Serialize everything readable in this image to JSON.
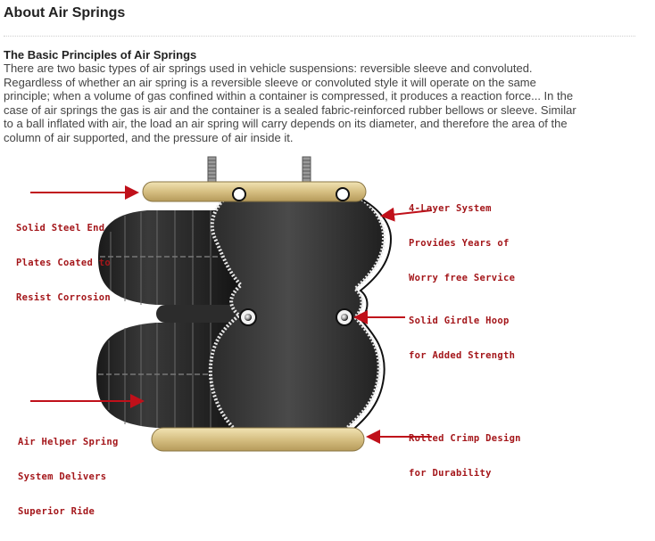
{
  "page": {
    "title": "About Air Springs"
  },
  "section": {
    "heading": "The Basic Principles of Air Springs",
    "lines": [
      "There are two basic types of air springs used in vehicle suspensions: reversible sleeve and convoluted.",
      "Regardless of whether an air spring is a reversible sleeve or convoluted style it will operate on the same",
      "principle; when a volume of gas confined within a container is compressed, it produces a reaction force... In the",
      "case of air springs the gas is air and the container is a sealed fabric-reinforced rubber bellows or sleeve. Similar",
      "to a ball inflated with air, the load an air spring will carry depends on its diameter, and therefore the area of the",
      "column of air supported, and the pressure of air inside it."
    ]
  },
  "diagram": {
    "callouts": {
      "end_plates": [
        "Solid Steel End",
        "Plates Coated to",
        "Resist Corrosion"
      ],
      "layer_system": [
        "4-Layer System",
        "Provides Years of",
        "Worry free Service"
      ],
      "girdle_hoop": [
        "Solid Girdle Hoop",
        "for Added Strength"
      ],
      "helper_spring": [
        "Air Helper Spring",
        "System Delivers",
        "Superior Ride"
      ],
      "crimp_design": [
        "Rolled Crimp Design",
        "for Durability"
      ]
    },
    "colors": {
      "callout_text": "#a4161a",
      "arrow": "#c0101a",
      "plate": "#d8c48a",
      "rubber": "#222222"
    }
  }
}
